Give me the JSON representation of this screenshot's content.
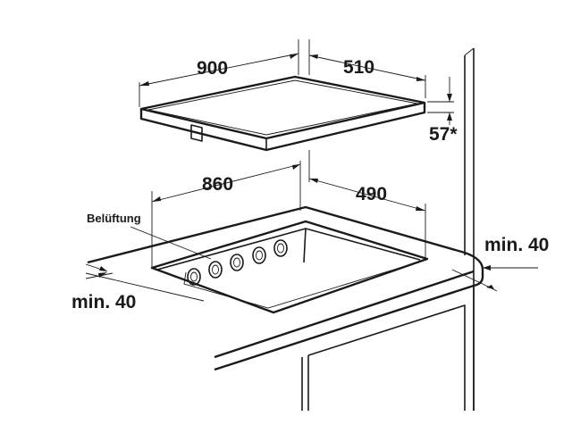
{
  "labels": {
    "glass_width": "900",
    "glass_depth": "510",
    "glass_height": "57*",
    "cutout_width": "860",
    "cutout_depth": "490",
    "ventilation": "Belüftung",
    "min_side_right": "min. 40",
    "min_side_left": "min. 40"
  },
  "icons": {
    "vent_holes": "vent-hole-icon"
  }
}
